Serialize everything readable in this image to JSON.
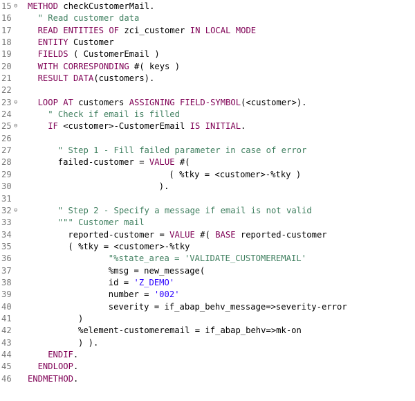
{
  "editor": {
    "language": "ABAP",
    "colors": {
      "keyword": "#7f0055",
      "comment": "#3f7f5f",
      "string": "#2a00ff",
      "line_number": "#787878"
    },
    "lines": [
      {
        "num": "15",
        "fold": true,
        "indent": 0,
        "tokens": [
          {
            "t": "kw",
            "v": "METHOD"
          },
          {
            "t": "plain",
            "v": " checkCustomerMail."
          }
        ]
      },
      {
        "num": "16",
        "fold": false,
        "indent": 2,
        "tokens": [
          {
            "t": "comment",
            "v": "\" Read customer data"
          }
        ]
      },
      {
        "num": "17",
        "fold": false,
        "indent": 2,
        "tokens": [
          {
            "t": "kw",
            "v": "READ ENTITIES OF"
          },
          {
            "t": "plain",
            "v": " zci_customer "
          },
          {
            "t": "kw",
            "v": "IN LOCAL MODE"
          }
        ]
      },
      {
        "num": "18",
        "fold": false,
        "indent": 2,
        "tokens": [
          {
            "t": "kw",
            "v": "ENTITY"
          },
          {
            "t": "plain",
            "v": " Customer"
          }
        ]
      },
      {
        "num": "19",
        "fold": false,
        "indent": 2,
        "tokens": [
          {
            "t": "kw",
            "v": "FIELDS"
          },
          {
            "t": "plain",
            "v": " ( CustomerEmail )"
          }
        ]
      },
      {
        "num": "20",
        "fold": false,
        "indent": 2,
        "tokens": [
          {
            "t": "kw",
            "v": "WITH CORRESPONDING"
          },
          {
            "t": "plain",
            "v": " #( keys )"
          }
        ]
      },
      {
        "num": "21",
        "fold": false,
        "indent": 2,
        "tokens": [
          {
            "t": "kw",
            "v": "RESULT DATA"
          },
          {
            "t": "plain",
            "v": "(customers)."
          }
        ]
      },
      {
        "num": "22",
        "fold": false,
        "indent": 0,
        "tokens": []
      },
      {
        "num": "23",
        "fold": true,
        "indent": 2,
        "tokens": [
          {
            "t": "kw",
            "v": "LOOP AT"
          },
          {
            "t": "plain",
            "v": " customers "
          },
          {
            "t": "kw",
            "v": "ASSIGNING FIELD-SYMBOL"
          },
          {
            "t": "plain",
            "v": "(<customer>)."
          }
        ]
      },
      {
        "num": "24",
        "fold": false,
        "indent": 4,
        "tokens": [
          {
            "t": "comment",
            "v": "\" Check if email is filled"
          }
        ]
      },
      {
        "num": "25",
        "fold": true,
        "indent": 4,
        "tokens": [
          {
            "t": "kw",
            "v": "IF"
          },
          {
            "t": "plain",
            "v": " <customer>-CustomerEmail "
          },
          {
            "t": "kw",
            "v": "IS INITIAL"
          },
          {
            "t": "plain",
            "v": "."
          }
        ]
      },
      {
        "num": "26",
        "fold": false,
        "indent": 0,
        "tokens": []
      },
      {
        "num": "27",
        "fold": false,
        "indent": 6,
        "tokens": [
          {
            "t": "comment",
            "v": "\" Step 1 - Fill failed parameter in case of error"
          }
        ]
      },
      {
        "num": "28",
        "fold": false,
        "indent": 6,
        "tokens": [
          {
            "t": "plain",
            "v": "failed-customer = "
          },
          {
            "t": "kw",
            "v": "VALUE"
          },
          {
            "t": "plain",
            "v": " #("
          }
        ]
      },
      {
        "num": "29",
        "fold": false,
        "indent": 28,
        "tokens": [
          {
            "t": "plain",
            "v": "( %tky = <customer>-%tky )"
          }
        ]
      },
      {
        "num": "30",
        "fold": false,
        "indent": 26,
        "tokens": [
          {
            "t": "plain",
            "v": ")."
          }
        ]
      },
      {
        "num": "31",
        "fold": false,
        "indent": 0,
        "tokens": []
      },
      {
        "num": "32",
        "fold": true,
        "indent": 6,
        "tokens": [
          {
            "t": "comment",
            "v": "\" Step 2 - Specify a message if email is not valid"
          }
        ]
      },
      {
        "num": "33",
        "fold": false,
        "indent": 6,
        "tokens": [
          {
            "t": "comment",
            "v": "\"\"\" Customer mail"
          }
        ]
      },
      {
        "num": "34",
        "fold": false,
        "indent": 8,
        "tokens": [
          {
            "t": "plain",
            "v": "reported-customer = "
          },
          {
            "t": "kw",
            "v": "VALUE"
          },
          {
            "t": "plain",
            "v": " #( "
          },
          {
            "t": "kw",
            "v": "BASE"
          },
          {
            "t": "plain",
            "v": " reported-customer"
          }
        ]
      },
      {
        "num": "35",
        "fold": false,
        "indent": 8,
        "tokens": [
          {
            "t": "plain",
            "v": "( %tky = <customer>-%tky"
          }
        ]
      },
      {
        "num": "36",
        "fold": false,
        "indent": 16,
        "tokens": [
          {
            "t": "comment",
            "v": "\"%state_area = 'VALIDATE_CUSTOMEREMAIL'"
          }
        ]
      },
      {
        "num": "37",
        "fold": false,
        "indent": 16,
        "tokens": [
          {
            "t": "plain",
            "v": "%msg = new_message("
          }
        ]
      },
      {
        "num": "38",
        "fold": false,
        "indent": 16,
        "tokens": [
          {
            "t": "plain",
            "v": "id = "
          },
          {
            "t": "str",
            "v": "'Z_DEMO'"
          }
        ]
      },
      {
        "num": "39",
        "fold": false,
        "indent": 16,
        "tokens": [
          {
            "t": "plain",
            "v": "number = "
          },
          {
            "t": "str",
            "v": "'002'"
          }
        ]
      },
      {
        "num": "40",
        "fold": false,
        "indent": 16,
        "tokens": [
          {
            "t": "plain",
            "v": "severity = if_abap_behv_message=>severity-error"
          }
        ]
      },
      {
        "num": "41",
        "fold": false,
        "indent": 10,
        "tokens": [
          {
            "t": "plain",
            "v": ")"
          }
        ]
      },
      {
        "num": "42",
        "fold": false,
        "indent": 10,
        "tokens": [
          {
            "t": "plain",
            "v": "%element-customeremail = if_abap_behv=>mk-on"
          }
        ]
      },
      {
        "num": "43",
        "fold": false,
        "indent": 10,
        "tokens": [
          {
            "t": "plain",
            "v": ") )."
          }
        ]
      },
      {
        "num": "44",
        "fold": false,
        "indent": 4,
        "tokens": [
          {
            "t": "kw",
            "v": "ENDIF"
          },
          {
            "t": "plain",
            "v": "."
          }
        ]
      },
      {
        "num": "45",
        "fold": false,
        "indent": 2,
        "tokens": [
          {
            "t": "kw",
            "v": "ENDLOOP"
          },
          {
            "t": "plain",
            "v": "."
          }
        ]
      },
      {
        "num": "46",
        "fold": false,
        "indent": 0,
        "tokens": [
          {
            "t": "kw",
            "v": "ENDMETHOD"
          },
          {
            "t": "plain",
            "v": "."
          }
        ]
      }
    ]
  }
}
